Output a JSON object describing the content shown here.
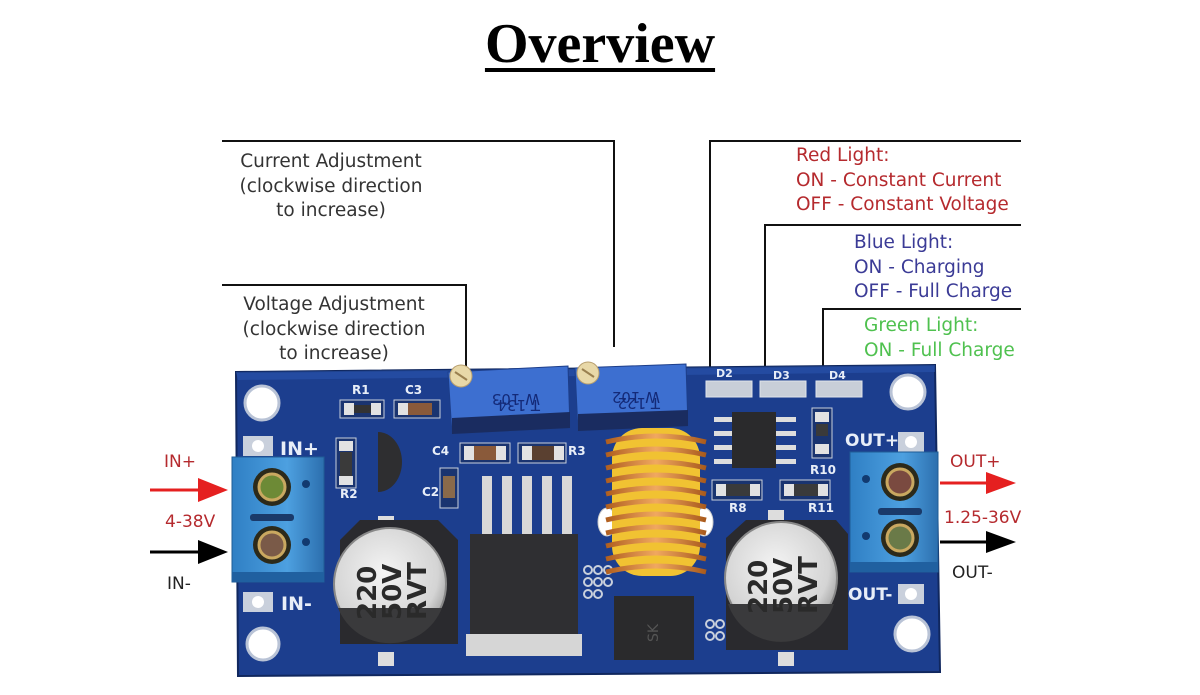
{
  "title": "Overview",
  "callouts": {
    "current_adjustment": [
      "Current Adjustment",
      "(clockwise direction",
      "to increase)"
    ],
    "voltage_adjustment": [
      "Voltage Adjustment",
      "(clockwise direction",
      "to increase)"
    ],
    "red_light": [
      "Red Light:",
      "ON - Constant Current",
      "OFF - Constant Voltage"
    ],
    "blue_light": [
      "Blue Light:",
      "ON - Charging",
      "OFF - Full Charge"
    ],
    "green_light": [
      "Green Light:",
      "ON - Full Charge"
    ]
  },
  "input": {
    "positive": "IN+",
    "negative": "IN-",
    "range": "4-38V"
  },
  "output": {
    "positive": "OUT+",
    "negative": "OUT-",
    "range": "1.25-36V"
  },
  "board": {
    "silkscreen": {
      "in_plus": "IN+",
      "in_minus": "IN-",
      "out_plus": "OUT+",
      "out_minus": "OUT-",
      "r1": "R1",
      "c3": "C3",
      "r2": "R2",
      "c4": "C4",
      "c2": "C2",
      "r3": "R3",
      "d2": "D2",
      "d3": "D3",
      "d4": "D4",
      "r8": "R8",
      "r10": "R10",
      "r11": "R11"
    },
    "pot_left": {
      "line1": "W 103",
      "line2": "T 134"
    },
    "pot_right": {
      "line1": "W 102",
      "line2": "T 122"
    },
    "cap_left": [
      "220",
      "50V",
      "RVT"
    ],
    "cap_right": [
      "220",
      "50V",
      "RVT"
    ],
    "diode_mark": "SK"
  },
  "colors": {
    "pcb": "#1b3f8c",
    "terminal": "#3b8fd0",
    "pot": "#3d6fd0",
    "coil": "#d98a3c",
    "core": "#f1c232",
    "red_text": "#b52a2e",
    "blue_text": "#3b3b96",
    "green_text": "#4fc14f",
    "arrow_red": "#e52020"
  }
}
